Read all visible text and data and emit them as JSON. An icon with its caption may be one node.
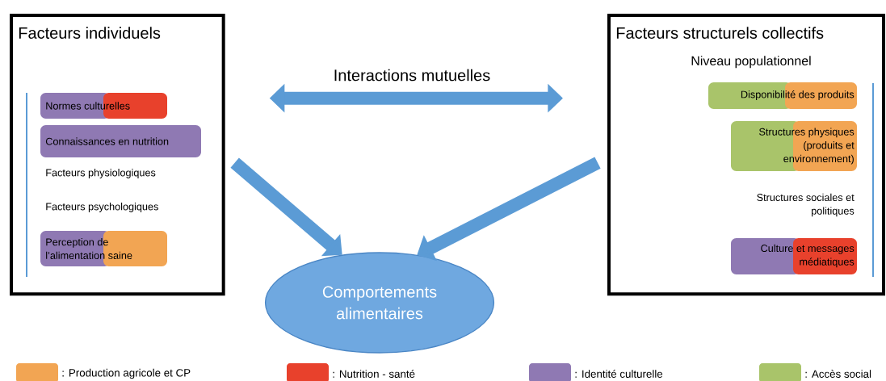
{
  "diagram": {
    "nodes": [
      {
        "text": [
          "Facteurs individuels"
        ]
      },
      {
        "text": [
          "Normes culturelles"
        ],
        "in": 0
      },
      {
        "text": [
          "Connaissances en nutrition"
        ],
        "in": 0
      },
      {
        "text": [
          "Facteurs physiologiques"
        ],
        "in": 0
      },
      {
        "text": [
          "Facteurs psychologiques"
        ],
        "in": 0
      },
      {
        "text": [
          "Perception de l’alimentation saine"
        ],
        "in": 0
      },
      {
        "text": [
          "Facteurs structurels collectifs",
          "Niveau populationnel"
        ]
      },
      {
        "text": [
          "Disponibilité des produits"
        ],
        "in": 6
      },
      {
        "text": [
          "Structures physiques (produits et environnement)"
        ],
        "in": 6
      },
      {
        "text": [
          "Structures sociales et politiques"
        ],
        "in": 6
      },
      {
        "text": [
          "Culture et messages médiatiques"
        ],
        "in": 6
      },
      {
        "text": [
          "Comportements alimentaires"
        ]
      }
    ],
    "edges": [
      {
        "from": 0,
        "to": 6,
        "arrow": "both",
        "label": "Interactions mutuelles"
      },
      {
        "from": 0,
        "to": 11,
        "arrow": "to"
      },
      {
        "from": 6,
        "to": 11,
        "arrow": "to"
      }
    ],
    "legend": [
      {
        "text": ": Production agricole et CP",
        "color": "#f2a553"
      },
      {
        "text": ": Nutrition - santé",
        "color": "#e8412c"
      },
      {
        "text": ": Identité culturelle",
        "color": "#8f79b3"
      },
      {
        "text": ": Accès social",
        "color": "#a9c46a"
      }
    ]
  }
}
